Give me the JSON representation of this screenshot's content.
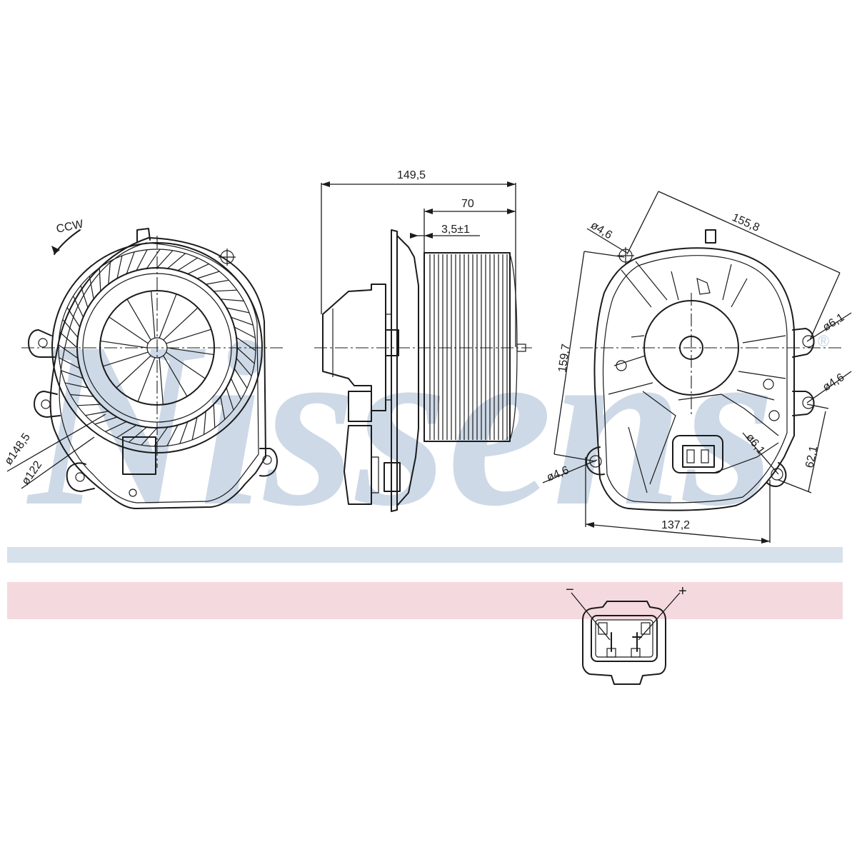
{
  "watermark": {
    "brand": "Nissens",
    "registered": "®"
  },
  "colors": {
    "line": "#1b1b1b",
    "watermark": "#c5d3e3",
    "band_blue": "#d6e1ec",
    "band_pink": "#f4d9df"
  },
  "front_view": {
    "rotation": "CCW",
    "dia_outer": "ø148,5",
    "dia_inner": "ø122"
  },
  "side_view": {
    "overall_length": "149,5",
    "wheel_length": "70",
    "gap": "3,5±1"
  },
  "rear_view": {
    "diagonal": "155,8",
    "height": "159,7",
    "width": "137,2",
    "offset": "62,1",
    "hole_tl": "ø4,6",
    "hole_r1": "ø6,1",
    "hole_r2": "ø4,6",
    "hole_bl": "ø4,6",
    "hole_br": "ø6,1"
  },
  "connector": {
    "minus": "−",
    "plus": "+"
  }
}
